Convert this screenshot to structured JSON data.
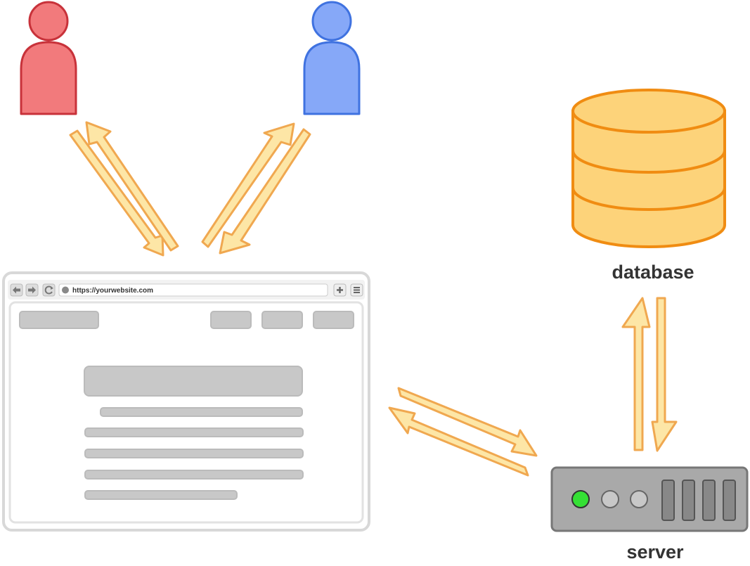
{
  "labels": {
    "database": "database",
    "server": "server"
  },
  "browser": {
    "url": "https://yourwebsite.com"
  },
  "colors": {
    "user_left": "#f27a7c",
    "user_left_stroke": "#c8323a",
    "user_right": "#86a8f8",
    "user_right_stroke": "#3f72e0",
    "arrow_fill": "#fde6a6",
    "arrow_stroke": "#f0a850",
    "database_fill": "#fdd37a",
    "database_stroke": "#f08c12",
    "browser_stroke": "#d8d8d8",
    "placeholder_fill": "#c8c8c8",
    "server_body": "#a9a9a9",
    "server_led_on": "#35e035",
    "server_led_off": "#c8c8c8"
  },
  "icons": {
    "back": "arrow-left-icon",
    "forward": "arrow-right-icon",
    "reload": "refresh-icon",
    "lock": "lock-icon",
    "new_tab": "plus-icon",
    "menu": "menu-icon"
  }
}
